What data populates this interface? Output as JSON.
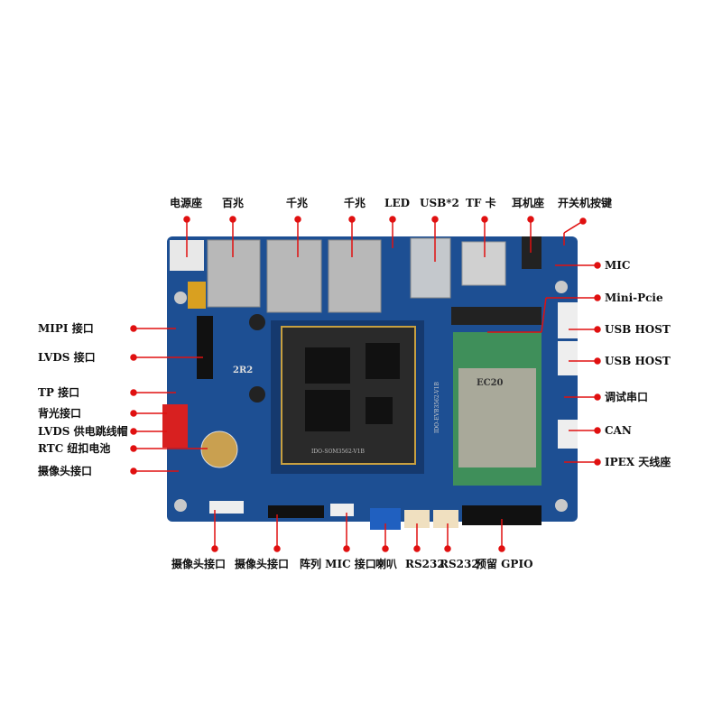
{
  "top_labels": [
    "电源座",
    "百兆",
    "千兆",
    "千兆",
    "LED",
    "USB*2",
    "TF 卡",
    "耳机座",
    "开关机按键"
  ],
  "left_labels": [
    "MIPI 接口",
    "LVDS 接口",
    "TP 接口",
    "背光接口",
    "LVDS 供电跳线帽",
    "RTC 纽扣电池",
    "摄像头接口"
  ],
  "right_labels": [
    "MIC",
    "Mini-Pcie",
    "USB HOST",
    "USB HOST",
    "调试串口",
    "CAN",
    "IPEX 天线座"
  ],
  "bottom_labels": [
    "摄像头接口",
    "摄像头接口",
    "阵列 MIC 接口",
    "喇叭",
    "RS232",
    "RS232",
    "预留 GPIO"
  ],
  "board_markings": {
    "inductor": "2R2",
    "module": "EC20",
    "som_text": "IDO-SOM3562-V1B",
    "board_text": "IDO-EVB3562-V1B"
  },
  "colors": {
    "pcb": "#1d4f93",
    "callout": "#e01010",
    "som": "#2a2a2a",
    "module": "#3f8f5a"
  }
}
